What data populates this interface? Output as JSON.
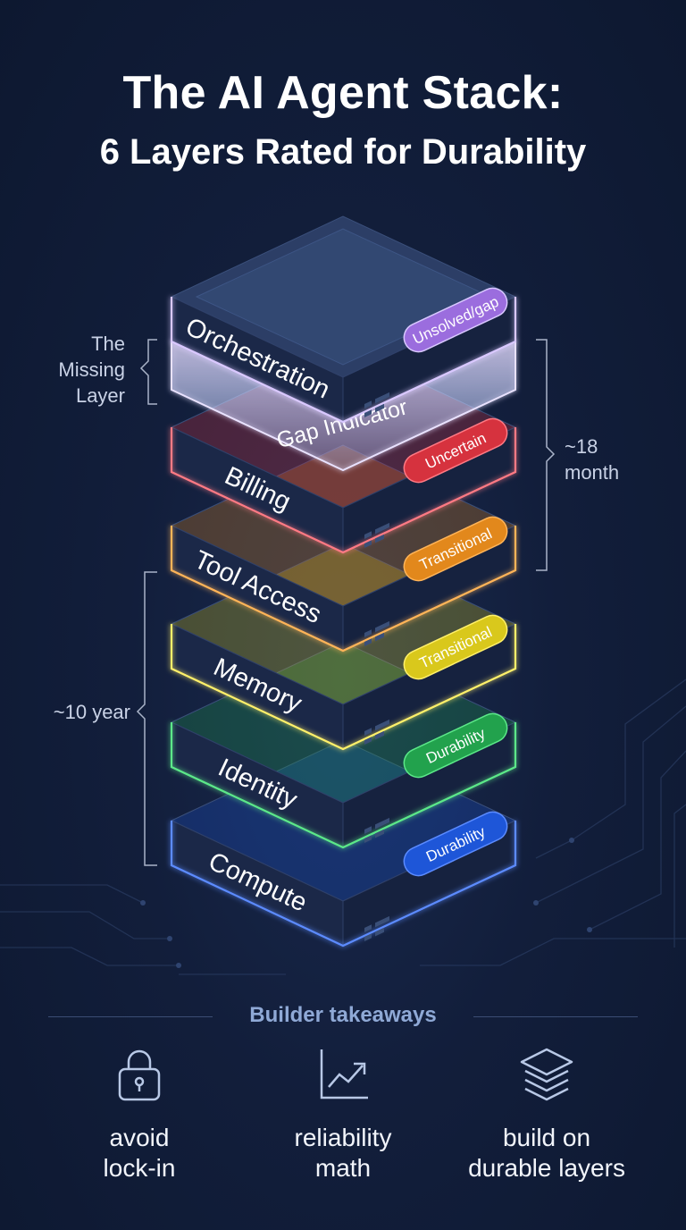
{
  "title": {
    "line1": "The AI Agent Stack:",
    "line2": "6 Layers Rated for Durability"
  },
  "layers": [
    {
      "name": "Orchestration",
      "badge": "Unsolved/gap",
      "color": "#9b6dde",
      "glow": "#d9c8ff"
    },
    {
      "name": "Billing",
      "badge": "Uncertain",
      "color": "#d6323e",
      "glow": "#ff7a84"
    },
    {
      "name": "Tool Access",
      "badge": "Transitional",
      "color": "#e2881c",
      "glow": "#ffb458"
    },
    {
      "name": "Memory",
      "badge": "Transitional",
      "color": "#d9c81c",
      "glow": "#fff06a"
    },
    {
      "name": "Identity",
      "badge": "Durability",
      "color": "#22a24d",
      "glow": "#5ce889"
    },
    {
      "name": "Compute",
      "badge": "Durability",
      "color": "#1e56d8",
      "glow": "#5b8bff"
    }
  ],
  "gap_indicator": "Gap Indicator",
  "brackets": {
    "missing_layer": "The\nMissing\nLayer",
    "eighteen_month": "~18\nmonth",
    "ten_year": "~10 year"
  },
  "takeaways": {
    "title": "Builder takeaways",
    "items": [
      {
        "icon": "lock-icon",
        "label": "avoid\nlock-in"
      },
      {
        "icon": "chart-icon",
        "label": "reliability\nmath"
      },
      {
        "icon": "layers-icon",
        "label": "build on\ndurable layers"
      }
    ]
  }
}
